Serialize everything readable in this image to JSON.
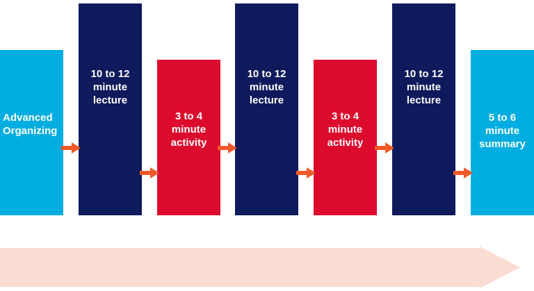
{
  "blocks": [
    {
      "label": "Advanced\nOrganizing",
      "color": "#00ade0"
    },
    {
      "label": "10 to 12\nminute\nlecture",
      "color": "#0f1a5c"
    },
    {
      "label": "3 to 4\nminute\nactivity",
      "color": "#dc0a2d"
    },
    {
      "label": "10 to 12\nminute\nlecture",
      "color": "#0f1a5c"
    },
    {
      "label": "3 to 4\nminute\nactivity",
      "color": "#dc0a2d"
    },
    {
      "label": "10 to 12\nminute\nlecture",
      "color": "#0f1a5c"
    },
    {
      "label": "5 to 6\nminute\nsummary",
      "color": "#00ade0"
    }
  ],
  "colors": {
    "arrow": "#f0592a",
    "timeline": "#fbdcd3"
  }
}
